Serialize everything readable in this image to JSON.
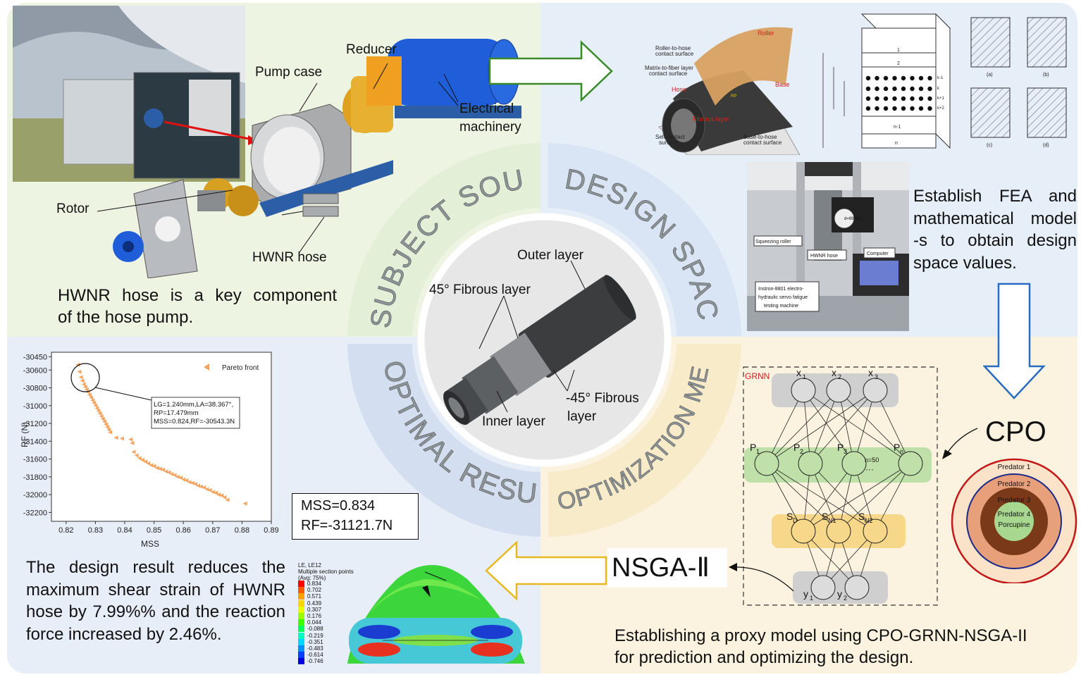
{
  "colors": {
    "tl": "#eef4e2",
    "tr": "#e6eef8",
    "bl": "#e8eef8",
    "br": "#fbf3df",
    "pareto": "#f4a460",
    "green_arrow": "#3a8a2a",
    "blue_arrow": "#2b6cc0",
    "yellow_arrow": "#e8b820"
  },
  "center": {
    "ring_labels": {
      "tl": "SUBJECT SOURCE",
      "tr": "DESIGN SPACE",
      "bl": "OPTIMAL RESULTS",
      "br": "OPTIMIZATION METHOD"
    },
    "hose_labels": {
      "outer": "Outer layer",
      "fib45": "45° Fibrous layer",
      "fibm45_1": "-45° Fibrous",
      "fibm45_2": "layer",
      "inner": "Inner layer"
    }
  },
  "subject": {
    "labels": {
      "reducer": "Reducer",
      "pump_case": "Pump case",
      "electrical_1": "Electrical",
      "electrical_2": "machinery",
      "rotor": "Rotor",
      "hose": "HWNR hose"
    },
    "caption_1": "HWNR hose is a key component",
    "caption_2": "of the hose pump."
  },
  "design": {
    "fea_labels": {
      "roller_contact_1": "Roller-to-hose",
      "roller_contact_2": "contact surface",
      "matrix_1": "Matrix-to-fiber layer",
      "matrix_2": "contact surface",
      "hose": "Hose",
      "roller": "Roller",
      "base": "Base",
      "fibrous": "Fibrous layer",
      "self_1": "Self contact",
      "self_2": "surface",
      "base_contact_1": "Base-to-hose",
      "base_contact_2": "contact surface",
      "rp": "RP"
    },
    "layer_labels": [
      "1",
      "2",
      "k-1",
      "k",
      "k+1",
      "k+2",
      "n-1",
      "n"
    ],
    "sub_labels": [
      "(a)",
      "(b)",
      "(c)",
      "(d)"
    ],
    "test_labels": {
      "roller": "Squeezing roller",
      "hose": "HWNR hose",
      "computer": "Computer",
      "diameter": "d=69mm",
      "machine_1": "Instron-8801 electro-",
      "machine_2": "hydraulic servo fatigue",
      "machine_3": "testing machine"
    },
    "caption_1": "Establish FEA and",
    "caption_2": "mathematical model",
    "caption_3": "-s to obtain design",
    "caption_4": "space values."
  },
  "method": {
    "grnn_label": "GRNN",
    "inputs": [
      "x",
      "x",
      "x"
    ],
    "input_subs": [
      "1",
      "2",
      "3"
    ],
    "pattern": [
      "P",
      "P",
      "P",
      "P"
    ],
    "pattern_subs": [
      "1",
      "2",
      "3",
      "n"
    ],
    "n_note": "n=50",
    "dots": "···",
    "summation": [
      "S",
      "S",
      "S"
    ],
    "summation_subs": [
      "D",
      "N1",
      "N2"
    ],
    "outputs": [
      "y",
      "y"
    ],
    "output_subs": [
      "1",
      "2"
    ],
    "cpo": "CPO",
    "predators": [
      "Predator 1",
      "Predator 2",
      "Predator 3",
      "Predator 4",
      "Porcupine"
    ],
    "nsga": "NSGA-Ⅱ",
    "caption_1": "Establishing a proxy model using CPO-GRNN-NSGA-II",
    "caption_2": "for prediction and optimizing the design."
  },
  "results": {
    "contour_box_1": "MSS=0.834",
    "contour_box_2": "RF=-31121.7N",
    "legend_title_1": "LE, LE12",
    "legend_title_2": "Multiple section points",
    "legend_title_3": "(Avg: 75%)",
    "legend_values": [
      "0.834",
      "0.702",
      "0.571",
      "0.439",
      "0.307",
      "0.176",
      "0.044",
      "-0.088",
      "-0.219",
      "-0.351",
      "-0.483",
      "-0.614",
      "-0.746"
    ],
    "legend_colors": [
      "#ff0000",
      "#ff5a00",
      "#ffa000",
      "#ffd500",
      "#e8ff00",
      "#9cff00",
      "#3cff00",
      "#00ff5a",
      "#00ffc0",
      "#00d8ff",
      "#0090ff",
      "#0040ff",
      "#0000e0"
    ],
    "caption": "The design result reduces the maximum shear strain of HWNR hose by 7.99%% and the reaction force increased by 2.46%."
  },
  "chart_data": {
    "type": "scatter",
    "title": "",
    "xlabel": "MSS",
    "ylabel": "RF (N)",
    "xlim": [
      0.815,
      0.89
    ],
    "ylim": [
      -32300,
      -30400
    ],
    "x_ticks": [
      "0.82",
      "0.83",
      "0.84",
      "0.85",
      "0.86",
      "0.87",
      "0.88",
      "0.89"
    ],
    "y_ticks": [
      "-30450",
      "-30600",
      "-30800",
      "-31000",
      "-31200",
      "-31400",
      "-31600",
      "-31800",
      "-32000",
      "-32200"
    ],
    "legend": "top-right",
    "series": [
      {
        "name": "Pareto front",
        "marker": "triangle",
        "x": [
          0.824,
          0.8245,
          0.825,
          0.8255,
          0.826,
          0.8265,
          0.827,
          0.8275,
          0.828,
          0.8285,
          0.829,
          0.8295,
          0.83,
          0.8305,
          0.831,
          0.8315,
          0.832,
          0.8325,
          0.833,
          0.8335,
          0.834,
          0.8345,
          0.835,
          0.837,
          0.839,
          0.842,
          0.8425,
          0.843,
          0.844,
          0.845,
          0.846,
          0.847,
          0.848,
          0.849,
          0.85,
          0.851,
          0.852,
          0.853,
          0.854,
          0.855,
          0.856,
          0.857,
          0.858,
          0.859,
          0.86,
          0.861,
          0.862,
          0.863,
          0.864,
          0.865,
          0.866,
          0.867,
          0.868,
          0.869,
          0.87,
          0.871,
          0.872,
          0.873,
          0.874,
          0.875,
          0.881
        ],
        "y": [
          -30540,
          -30620,
          -30680,
          -30720,
          -30760,
          -30790,
          -30820,
          -30850,
          -30880,
          -30910,
          -30940,
          -30970,
          -31000,
          -31030,
          -31060,
          -31090,
          -31120,
          -31150,
          -31180,
          -31210,
          -31240,
          -31270,
          -31300,
          -31360,
          -31370,
          -31380,
          -31420,
          -31520,
          -31560,
          -31590,
          -31610,
          -31630,
          -31650,
          -31670,
          -31680,
          -31700,
          -31710,
          -31720,
          -31740,
          -31750,
          -31770,
          -31780,
          -31800,
          -31810,
          -31830,
          -31840,
          -31860,
          -31870,
          -31880,
          -31900,
          -31910,
          -31920,
          -31940,
          -31950,
          -31970,
          -31980,
          -32000,
          -32010,
          -32030,
          -32060,
          -32100
        ]
      }
    ],
    "annotation": [
      "LG=1.240mm,LA=38.367°,",
      "RP=17.479mm",
      "MSS=0.824,RF=-30543.3N"
    ]
  }
}
